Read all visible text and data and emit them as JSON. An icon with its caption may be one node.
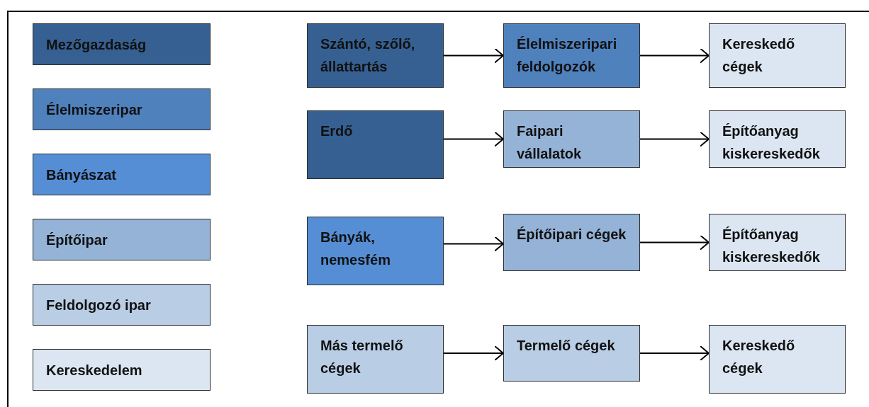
{
  "diagram": {
    "nodes": [
      {
        "text": [
          "Mezőgazdaság"
        ]
      },
      {
        "text": [
          "Élelmiszeripar"
        ]
      },
      {
        "text": [
          "Bányászat"
        ]
      },
      {
        "text": [
          "Építőipar"
        ]
      },
      {
        "text": [
          "Feldolgozó ipar"
        ]
      },
      {
        "text": [
          "Kereskedelem"
        ]
      },
      {
        "text": [
          "Szántó, szőlő, állattartás"
        ]
      },
      {
        "text": [
          "Élelmiszeripari feldolgozók"
        ]
      },
      {
        "text": [
          "Kereskedő cégek"
        ]
      },
      {
        "text": [
          "Erdő"
        ]
      },
      {
        "text": [
          "Faipari vállalatok"
        ]
      },
      {
        "text": [
          "Építőanyag kiskereskedők"
        ]
      },
      {
        "text": [
          "Bányák, nemesfém"
        ]
      },
      {
        "text": [
          "Építőipari cégek"
        ]
      },
      {
        "text": [
          "Építőanyag kiskereskedők"
        ]
      },
      {
        "text": [
          "Más termelő cégek"
        ]
      },
      {
        "text": [
          "Termelő cégek"
        ]
      },
      {
        "text": [
          "Kereskedő cégek"
        ]
      }
    ],
    "edges": [
      {
        "from": 6,
        "to": 7,
        "arrow": "to"
      },
      {
        "from": 7,
        "to": 8,
        "arrow": "to"
      },
      {
        "from": 9,
        "to": 10,
        "arrow": "to"
      },
      {
        "from": 10,
        "to": 11,
        "arrow": "to"
      },
      {
        "from": 12,
        "to": 13,
        "arrow": "to"
      },
      {
        "from": 13,
        "to": 14,
        "arrow": "to"
      },
      {
        "from": 15,
        "to": 16,
        "arrow": "to"
      },
      {
        "from": 16,
        "to": 17,
        "arrow": "to"
      }
    ]
  }
}
